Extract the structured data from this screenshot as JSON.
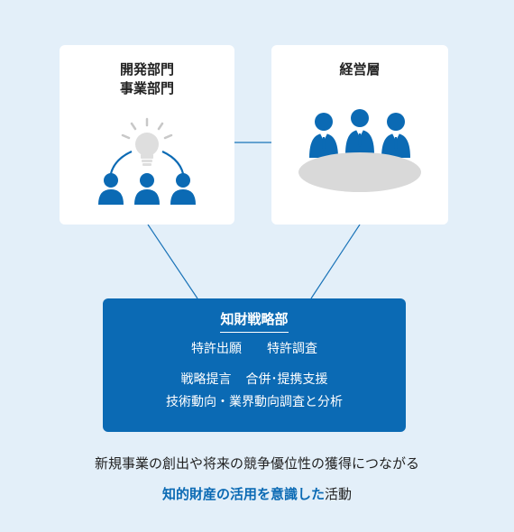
{
  "nodes": {
    "dev": {
      "line1": "開発部門",
      "line2": "事業部門",
      "icon": "idea-team-icon"
    },
    "management": {
      "label": "経営層",
      "icon": "board-meeting-icon"
    },
    "ip_strategy": {
      "title": "知財戦略部",
      "tasks": {
        "patent_application": "特許出願",
        "patent_search": "特許調査",
        "strategy_proposal": "戦略提言",
        "alliance_support": "合併･提携支援",
        "trend_survey": "技術動向・業界動向調査と分析"
      }
    }
  },
  "caption": {
    "line1": "新規事業の創出や将来の競争優位性の獲得につながる",
    "line2_highlight": "知的財産の活用を意識した",
    "line2_rest": "活動"
  },
  "colors": {
    "background": "#e3eff9",
    "accent": "#0b6ab4",
    "connector": "#1a73b8",
    "card": "#ffffff",
    "table": "#d9d9d9"
  }
}
